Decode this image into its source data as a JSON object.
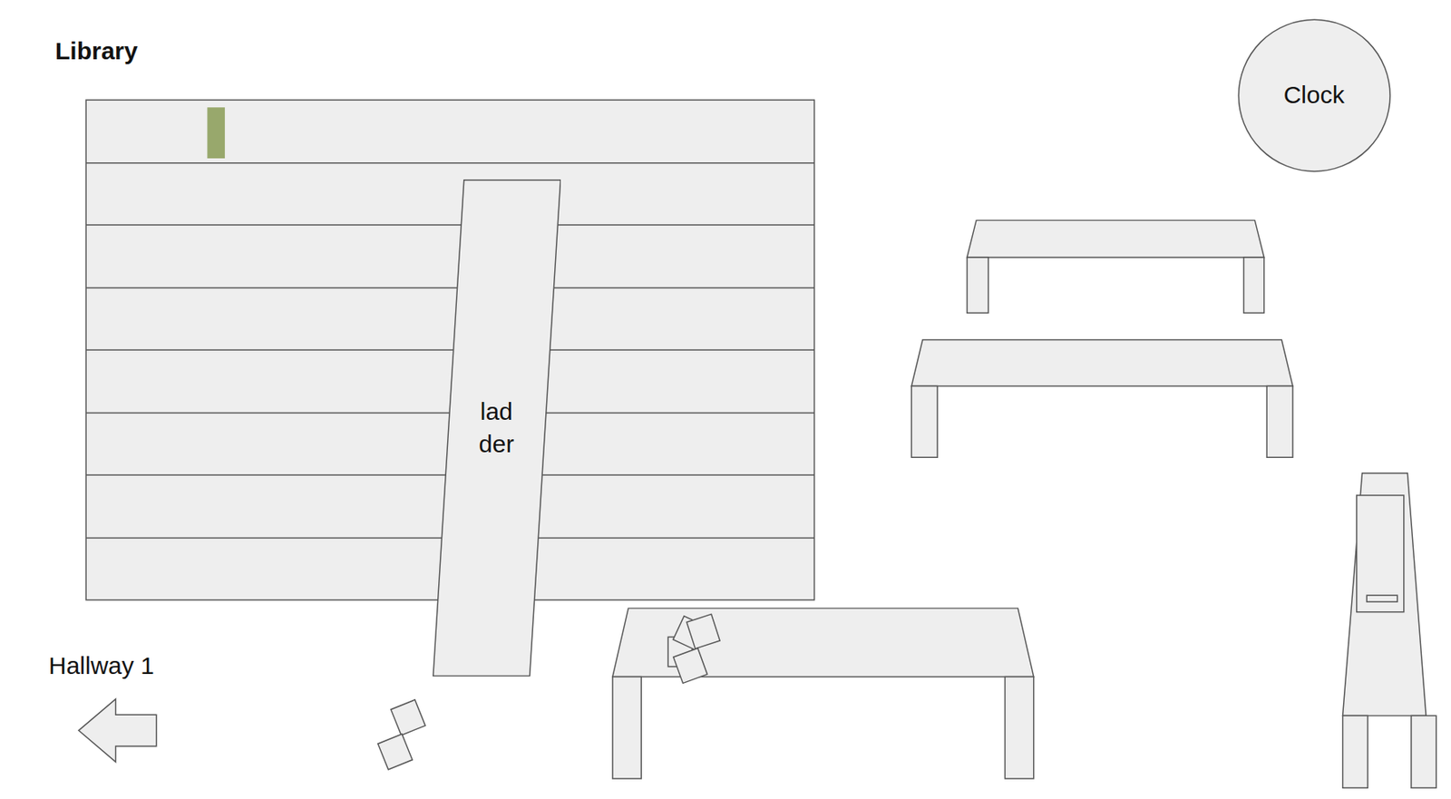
{
  "diagram": {
    "title": "Library",
    "nodes": [
      {
        "text": [
          "Clock"
        ]
      },
      {
        "text": [
          "lad der"
        ]
      }
    ],
    "labels": [
      "Hallway 1"
    ]
  }
}
